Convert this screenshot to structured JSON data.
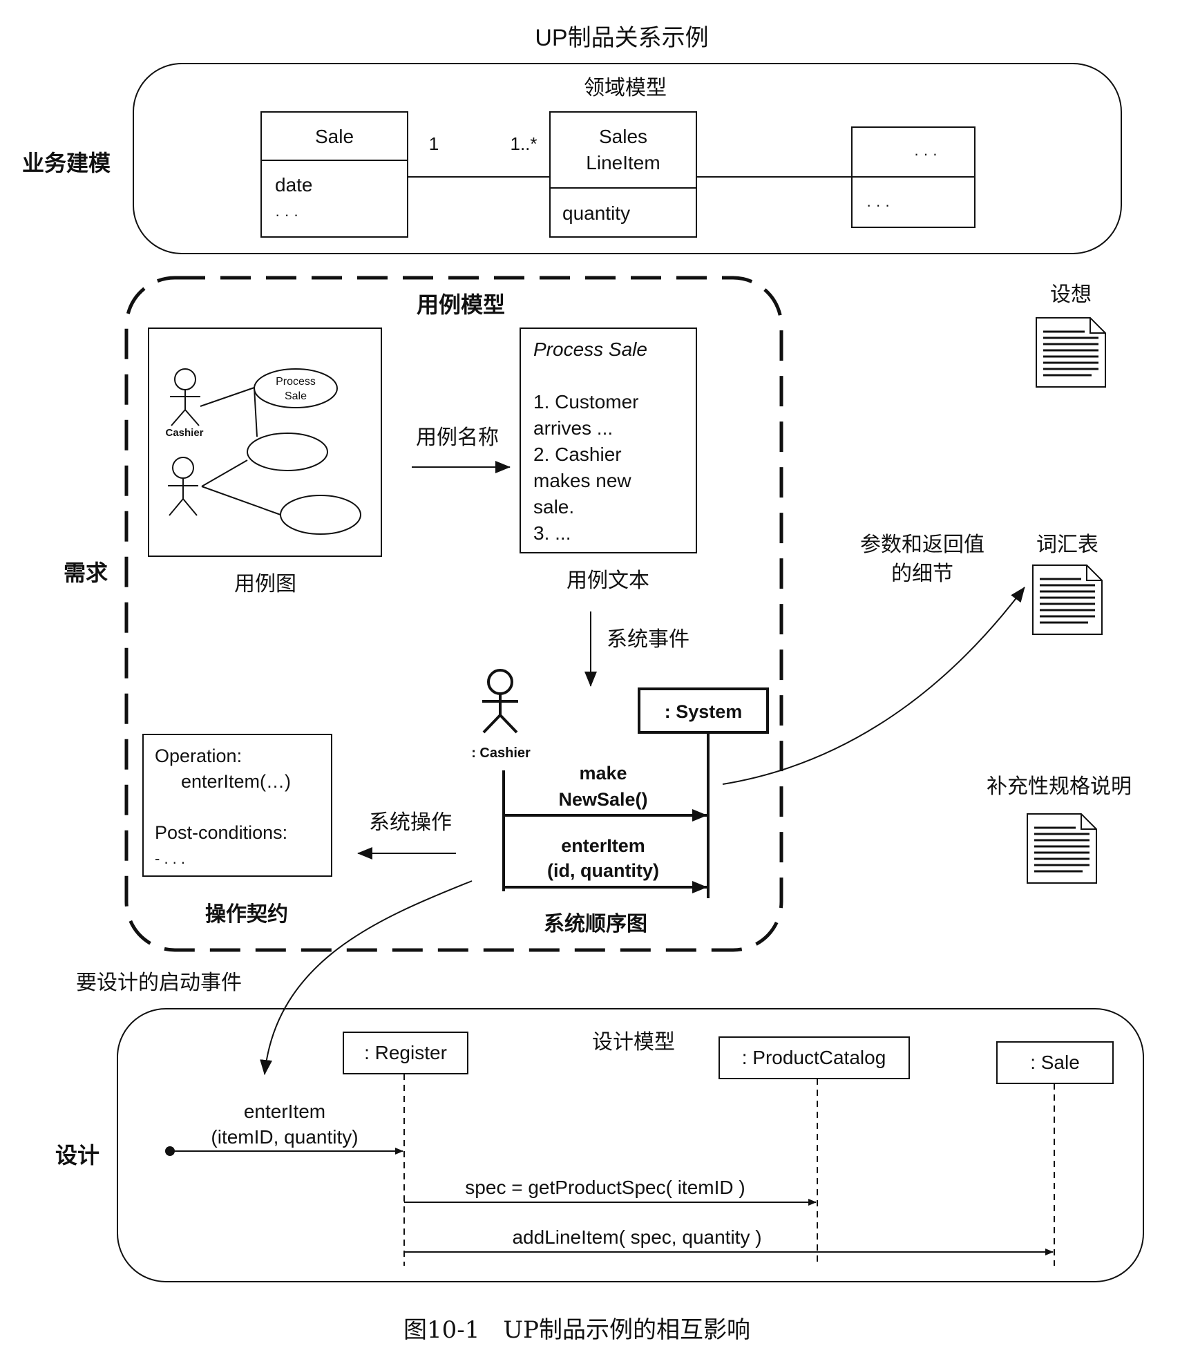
{
  "title": "UP制品关系示例",
  "caption": "图10-1　UP制品示例的相互影响",
  "lanes": {
    "business": "业务建模",
    "requirements": "需求",
    "design": "设计"
  },
  "domain_model": {
    "label": "领域模型",
    "sale": {
      "name": "Sale",
      "attr1": "date",
      "attr2": "· · ·"
    },
    "assoc_left": "1",
    "assoc_right": "1..*",
    "line_item": {
      "name1": "Sales",
      "name2": "LineItem",
      "attr1": "quantity"
    },
    "other": {
      "name": "· · ·",
      "attr1": "· · ·"
    }
  },
  "use_case_model": {
    "label": "用例模型",
    "diagram_label": "用例图",
    "actor_label": "Cashier",
    "uc_line1": "Process",
    "uc_line2": "Sale",
    "arrow_label": "用例名称",
    "text_label": "用例文本",
    "uc_text": {
      "title": "Process Sale",
      "lines": [
        "1. Customer",
        "arrives ...",
        "2. Cashier",
        "makes new",
        "sale.",
        "3. ..."
      ]
    }
  },
  "ssd": {
    "arrow_label": "系统事件",
    "actor_label": ": Cashier",
    "system_label": ": System",
    "msg1_line1": "make",
    "msg1_line2": "NewSale()",
    "msg2_line1": "enterItem",
    "msg2_line2": "(id, quantity)",
    "label": "系统顺序图"
  },
  "contract": {
    "line1": "Operation:",
    "line2": "enterItem(…)",
    "line3": "Post-conditions:",
    "line4": "- . . .",
    "label": "操作契约",
    "arrow_label": "系统操作"
  },
  "artifacts": {
    "vision": "设想",
    "glossary": "词汇表",
    "supplementary": "补充性规格说明",
    "details1": "参数和返回值",
    "details2": "的细节"
  },
  "design_model": {
    "label": "设计模型",
    "start_event": "要设计的启动事件",
    "register": ": Register",
    "catalog": ": ProductCatalog",
    "sale": ": Sale",
    "msg1_line1": "enterItem",
    "msg1_line2": "(itemID, quantity)",
    "msg2": "spec = getProductSpec( itemID )",
    "msg3": "addLineItem( spec, quantity )"
  }
}
